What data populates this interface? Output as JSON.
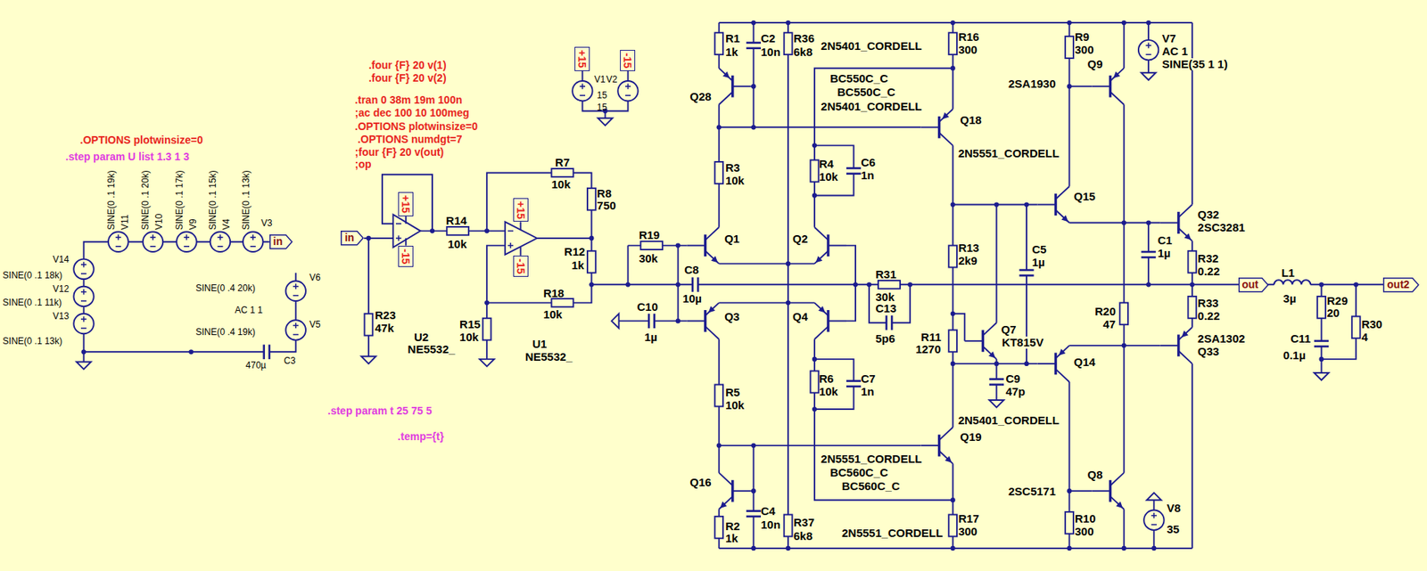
{
  "diagram": {
    "nodes": [
      {
        "text": [
          "+15"
        ]
      },
      {
        "text": [
          "-15"
        ]
      },
      {
        "text": [
          "+15"
        ]
      },
      {
        "text": [
          "+15"
        ]
      },
      {
        "text": [
          "in"
        ]
      },
      {
        "text": [
          "in"
        ]
      },
      {
        "text": [
          "-15"
        ]
      },
      {
        "text": [
          "-15"
        ]
      },
      {
        "text": [
          "out"
        ]
      },
      {
        "text": [
          "out2"
        ]
      }
    ],
    "labels": [
      ".four {F} 20 v(1)",
      ".four {F} 20 v(2)",
      ".tran 0 38m 19m 100n",
      ";ac dec 100 10 100meg",
      ".OPTIONS plotwinsize=0",
      ".OPTIONS numdgt=7",
      ";four {F} 20 v(out)",
      ";op",
      ".OPTIONS plotwinsize=0",
      ".step param U list 1.3 1 3",
      "SINE(0 .1 19k)",
      "V11",
      "SINE(0 .1 20k)",
      "V10",
      "SINE(0 .1 17k)",
      "V9",
      "SINE(0 .1 15k)",
      "V4",
      "SINE(0 .1 13k)",
      "V3",
      "V14",
      "SINE(0 .1 18k)",
      "V12",
      "SINE(0 .1 11k)",
      "V13",
      "SINE(0 .1 13k)",
      "V6",
      "SINE(0 .4 20k)",
      "AC 1 1",
      "V5",
      "SINE(0 .4 19k)",
      "C3",
      "470µ",
      "R23",
      "47k",
      "U2",
      "NE5532_",
      "R14",
      "10k",
      "R7",
      "10k",
      "R8",
      "750",
      "R12",
      "1k",
      "R18",
      "10k",
      "R15",
      "10k",
      "U1",
      "NE5532_",
      "V1",
      "V2",
      "15",
      "15",
      "R1",
      "1k",
      "C2",
      "10n",
      "Q28",
      "R36",
      "6k8",
      "2N5401_CORDELL",
      "R16",
      "300",
      "BC550C_C",
      "BC550C_C",
      "2N5401_CORDELL",
      "Q18",
      "2N5551_CORDELL",
      "R9",
      "300",
      "2SA1930",
      "Q9",
      "V7",
      "AC 1",
      "SINE(35 1 1)",
      "R3",
      "10k",
      "R4",
      "10k",
      "C6",
      "1n",
      "Q15",
      "Q32",
      "2SC3281",
      "R13",
      "2k9",
      "C5",
      "1µ",
      "C1",
      "1µ",
      "R32",
      "0.22",
      "R19",
      "30k",
      "Q1",
      "Q2",
      "C8",
      "10µ",
      "R31",
      "30k",
      "C13",
      "5p6",
      "L1",
      "3µ",
      "R29",
      "20",
      "C11",
      "0.1µ",
      "R30",
      "4",
      "R33",
      "0.22",
      "2SA1302",
      "Q33",
      "C10",
      "1µ",
      "Q3",
      "Q4",
      "Q7",
      "KT815V",
      "R11",
      "1270",
      "C9",
      "47p",
      "R20",
      "47",
      "Q14",
      "R5",
      "10k",
      "R6",
      "10k",
      "C7",
      "1n",
      "2N5401_CORDELL",
      "Q19",
      "2N5551_CORDELL",
      "BC560C_C",
      "BC560C_C",
      "Q16",
      "R2",
      "1k",
      "C4",
      "10n",
      "R37",
      "6k8",
      "2N5551_CORDELL",
      "R17",
      "300",
      "Q8",
      "2SC5171",
      "R10",
      "300",
      "V8",
      "35",
      ".step param t 25 75 5",
      ".temp={t}"
    ]
  }
}
